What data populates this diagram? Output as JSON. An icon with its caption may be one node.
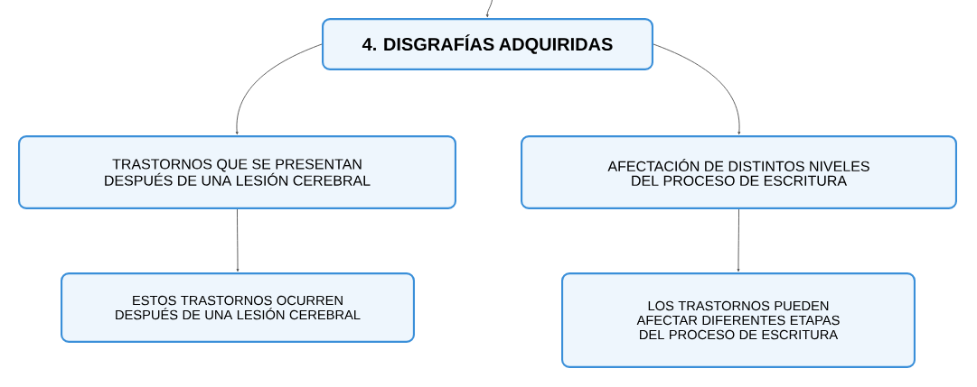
{
  "diagram": {
    "nodes": [
      {
        "text": [
          "4. DISGRAFÍAS ADQUIRIDAS"
        ]
      },
      {
        "text": [
          "TRASTORNOS QUE SE PRESENTAN DESPUÉS DE UNA LESIÓN CEREBRAL"
        ]
      },
      {
        "text": [
          "AFECTACIÓN DE DISTINTOS NIVELES DEL PROCESO DE ESCRITURA"
        ]
      },
      {
        "text": [
          "ESTOS TRASTORNOS OCURREN DESPUÉS DE UNA LESIÓN CEREBRAL"
        ]
      },
      {
        "text": [
          "LOS TRASTORNOS PUEDEN AFECTAR DIFERENTES ETAPAS DEL PROCESO DE ESCRITURA"
        ]
      }
    ],
    "edges": [
      {
        "from": null,
        "to": 0,
        "arrow": "to"
      },
      {
        "from": 0,
        "to": 1,
        "arrow": "to"
      },
      {
        "from": 0,
        "to": 2,
        "arrow": "to"
      },
      {
        "from": 1,
        "to": 3,
        "arrow": "to"
      },
      {
        "from": 2,
        "to": 4,
        "arrow": "to"
      }
    ]
  }
}
